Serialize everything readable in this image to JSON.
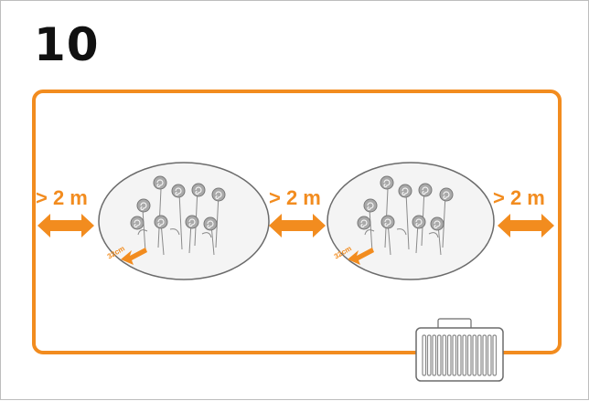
{
  "step": {
    "number": "10"
  },
  "distance_labels": {
    "left": "> 2 m",
    "middle": "> 2 m",
    "right": "> 2 m"
  },
  "bed_labels": {
    "bed1": "32cm",
    "bed2": "32cm"
  },
  "colors": {
    "accent": "#f28c1f",
    "outline": "#6b6b6b",
    "bed_fill": "#f4f4f4"
  },
  "icons": {
    "arrow": "double-arrow-icon",
    "flowers": "flower-bed-icon",
    "station": "charging-station-icon"
  }
}
